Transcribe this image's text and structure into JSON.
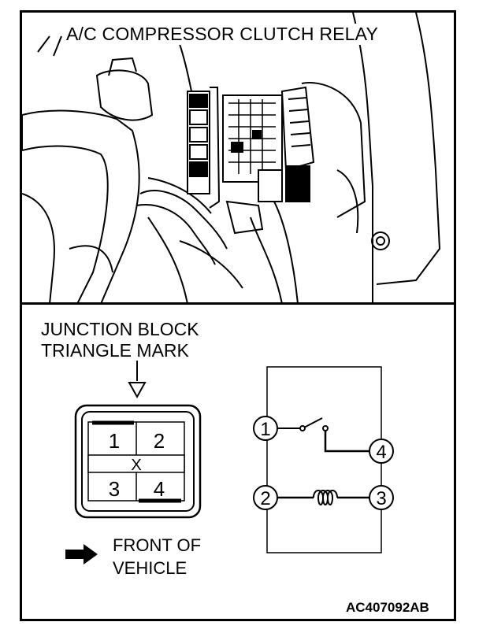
{
  "photo": {
    "title": "A/C COMPRESSOR CLUTCH RELAY"
  },
  "junction_block": {
    "label_line1": "JUNCTION BLOCK",
    "label_line2": "TRIANGLE MARK",
    "terminals": [
      "1",
      "2",
      "3",
      "4"
    ],
    "center_mark": "X"
  },
  "front_note": {
    "line1": "FRONT OF",
    "line2": "VEHICLE"
  },
  "schematic": {
    "switch_pins": [
      "1",
      "4"
    ],
    "coil_pins": [
      "2",
      "3"
    ]
  },
  "figure_code": "AC407092AB"
}
